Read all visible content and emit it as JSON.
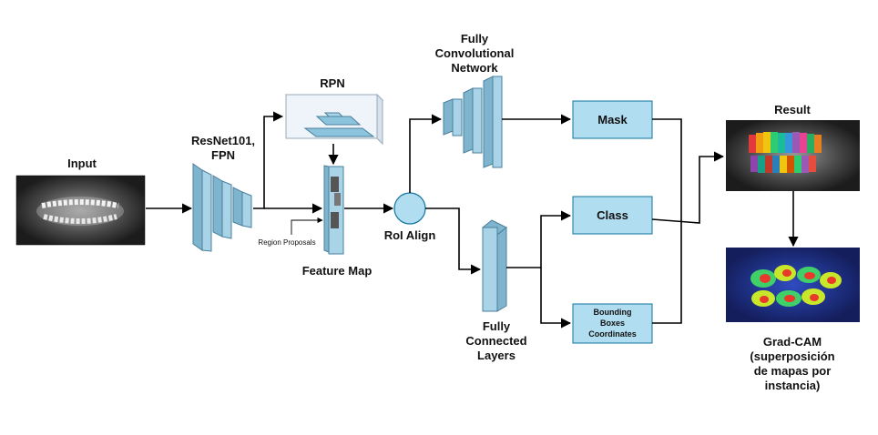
{
  "labels": {
    "input": "Input",
    "backbone_line1": "ResNet101,",
    "backbone_line2": "FPN",
    "rpn": "RPN",
    "region_proposals": "Region Proposals",
    "feature_map": "Feature Map",
    "roi_align": "RoI Align",
    "fcn_line1": "Fully",
    "fcn_line2": "Convolutional",
    "fcn_line3": "Network",
    "fc_line1": "Fully",
    "fc_line2": "Connected",
    "fc_line3": "Layers",
    "mask": "Mask",
    "class": "Class",
    "bbox_line1": "Bounding",
    "bbox_line2": "Boxes",
    "bbox_line3": "Coordinates",
    "result": "Result",
    "gradcam_line1": "Grad-CAM",
    "gradcam_line2": "(superposición",
    "gradcam_line3": "de mapas por",
    "gradcam_line4": "instancia)"
  },
  "colors": {
    "block_fill": "#a9d4e8",
    "block_stroke": "#4a7f9b",
    "box_fill": "#b1ddf0",
    "box_stroke": "#10739e",
    "rpn_fill": "#eef4fa",
    "xray_bg": "#2a2a2a",
    "heatmap_bg": "#1c2c7a"
  },
  "icons": {
    "input_image": "dental-xray-image",
    "result_image": "segmented-xray-image",
    "gradcam_image": "heatmap-image"
  }
}
